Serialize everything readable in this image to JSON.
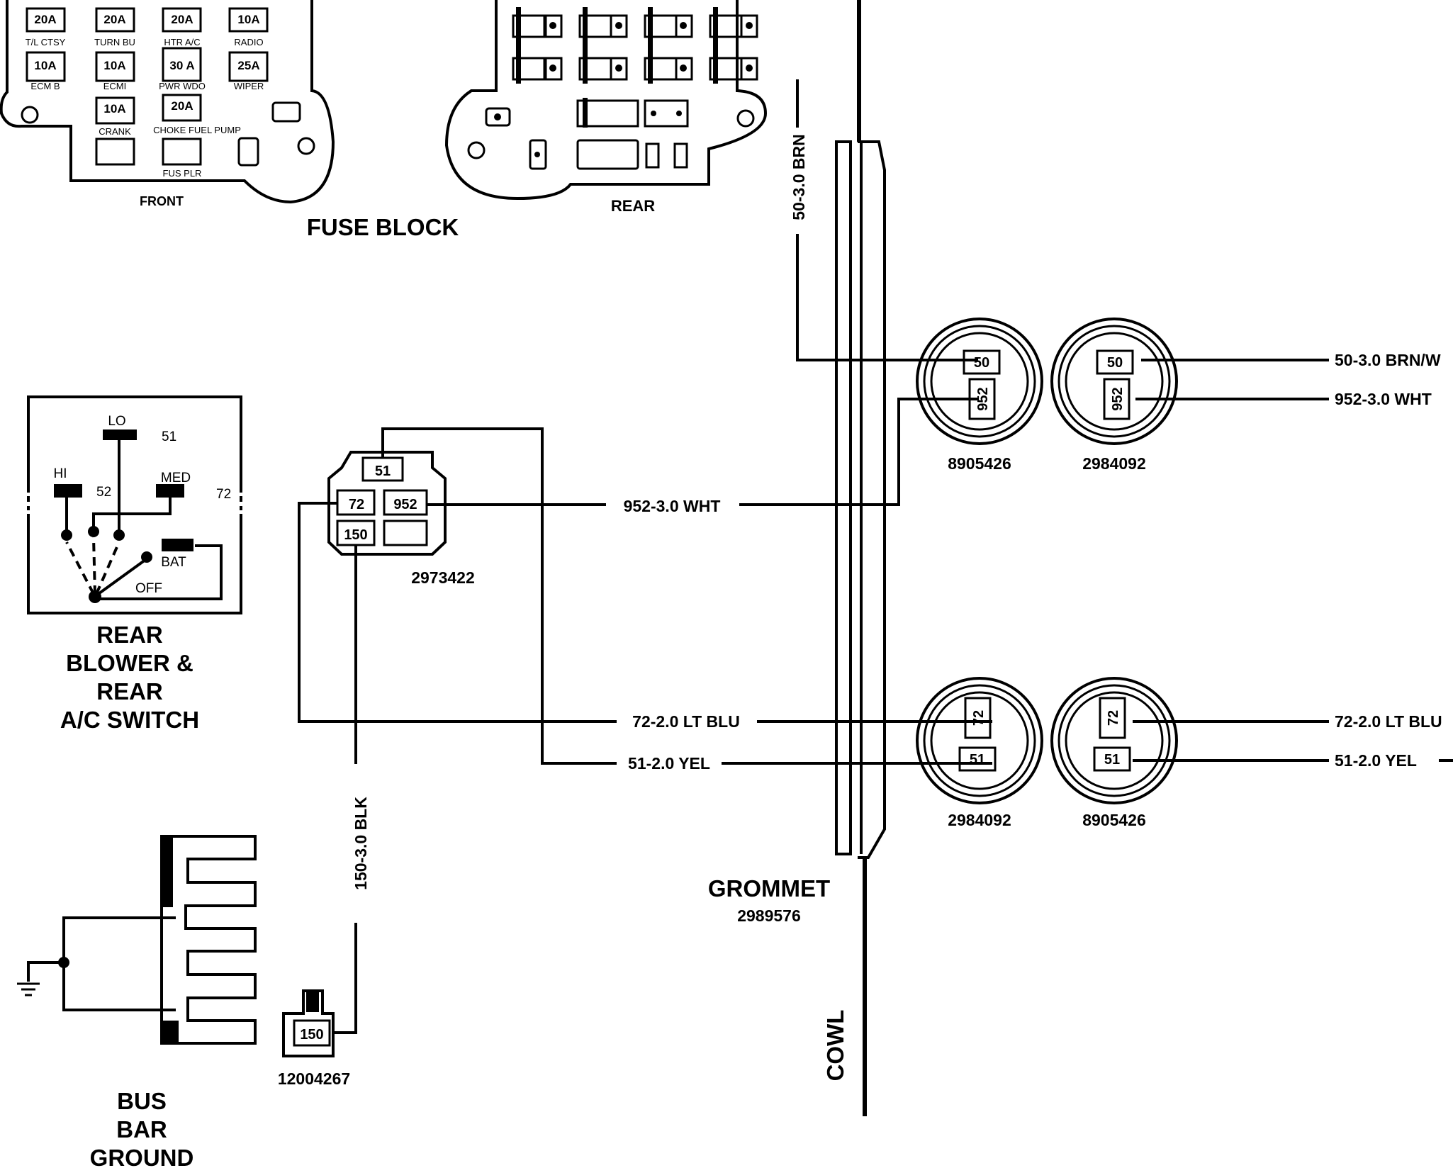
{
  "fuse_block": {
    "title": "FUSE BLOCK",
    "front_label": "FRONT",
    "rear_label": "REAR",
    "fuses": [
      {
        "rating": "20A",
        "name": "T/L CTSY"
      },
      {
        "rating": "20A",
        "name": "TURN BU"
      },
      {
        "rating": "20A",
        "name": "HTR A/C"
      },
      {
        "rating": "10A",
        "name": "RADIO"
      },
      {
        "rating": "10A",
        "name": "ECM B"
      },
      {
        "rating": "10A",
        "name": "ECMI"
      },
      {
        "rating": "30 A",
        "name": "PWR WDO"
      },
      {
        "rating": "25A",
        "name": "WIPER"
      },
      {
        "rating": "10A",
        "name": "CRANK"
      },
      {
        "rating": "20A",
        "name": "CHOKE FUEL PUMP"
      },
      {
        "rating": "",
        "name": "FUS PLR"
      }
    ]
  },
  "switch": {
    "title_lines": [
      "REAR",
      "BLOWER &",
      "REAR",
      "A/C SWITCH"
    ],
    "positions": {
      "lo": "LO",
      "hi": "HI",
      "med": "MED",
      "bat": "BAT",
      "off": "OFF"
    },
    "terminals": {
      "t51": "51",
      "t52": "52",
      "t72": "72"
    }
  },
  "connector_main": {
    "part_number": "2973422",
    "cavities": [
      "51",
      "72",
      "952",
      "150"
    ]
  },
  "wires": {
    "brn_vertical": "50-3.0 BRN",
    "brn_right": "50-3.0 BRN/W",
    "wht_right": "952-3.0 WHT",
    "wht_mid": "952-3.0 WHT",
    "ltblu_mid": "72-2.0 LT BLU",
    "ltblu_right": "72-2.0 LT BLU",
    "yel_mid": "51-2.0 YEL",
    "yel_right": "51-2.0 YEL",
    "blk_vertical": "150-3.0 BLK"
  },
  "pass_through": {
    "upper_left": {
      "part_number": "8905426",
      "pins": [
        "50",
        "952"
      ]
    },
    "upper_right": {
      "part_number": "2984092",
      "pins": [
        "50",
        "952"
      ]
    },
    "lower_left": {
      "part_number": "2984092",
      "pins": [
        "72",
        "51"
      ]
    },
    "lower_right": {
      "part_number": "8905426",
      "pins": [
        "72",
        "51"
      ]
    }
  },
  "grommet": {
    "title": "GROMMET",
    "part_number": "2989576"
  },
  "cowl_label": "COWL",
  "ground_connector": {
    "part_number": "12004267",
    "pin": "150"
  },
  "bus_bar": {
    "title_lines": [
      "BUS",
      "BAR",
      "GROUND"
    ]
  }
}
